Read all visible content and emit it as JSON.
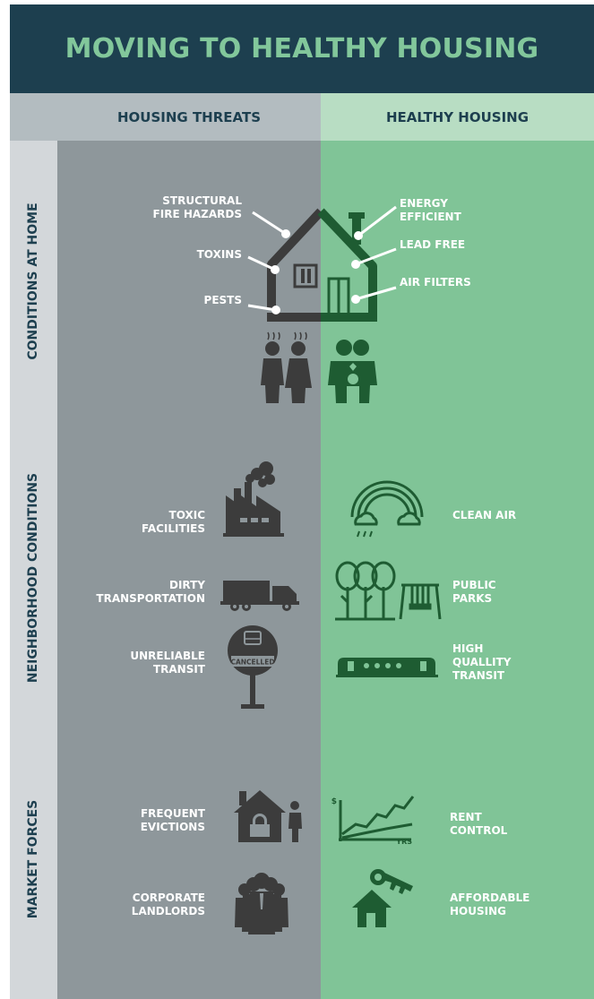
{
  "title": "MOVING TO HEALTHY HOUSING",
  "columns": {
    "left": "HOUSING THREATS",
    "right": "HEALTHY HOUSING"
  },
  "sections": {
    "home": "CONDITIONS AT HOME",
    "neighborhood": "NEIGHBORHOOD CONDITIONS",
    "market": "MARKET FORCES"
  },
  "home_threats": {
    "fire_line1": "STRUCTURAL",
    "fire_line2": "FIRE HAZARDS",
    "toxins": "TOXINS",
    "pests": "PESTS"
  },
  "home_healthy": {
    "energy_line1": "ENERGY",
    "energy_line2": "EFFICIENT",
    "lead": "LEAD FREE",
    "air": "AIR FILTERS"
  },
  "neighborhood_threats": {
    "toxic_line1": "TOXIC",
    "toxic_line2": "FACILITIES",
    "dirty_line1": "DIRTY",
    "dirty_line2": "TRANSPORTATION",
    "unreliable_line1": "UNRELIABLE",
    "unreliable_line2": "TRANSIT",
    "sign_text": "CANCELLED"
  },
  "neighborhood_healthy": {
    "clean_air": "CLEAN AIR",
    "parks_line1": "PUBLIC",
    "parks_line2": "PARKS",
    "transit_line1": "HIGH",
    "transit_line2": "QUALLITY",
    "transit_line3": "TRANSIT"
  },
  "market_threats": {
    "evictions_line1": "FREQUENT",
    "evictions_line2": "EVICTIONS",
    "landlords_line1": "CORPORATE",
    "landlords_line2": "LANDLORDS"
  },
  "market_healthy": {
    "rent_line1": "RENT",
    "rent_line2": "CONTROL",
    "affordable_line1": "AFFORDABLE",
    "affordable_line2": "HOUSING",
    "chart_dollar": "$",
    "chart_years": "YRS"
  },
  "colors": {
    "navy": "#1d3f4f",
    "mint": "#82c79b",
    "gray_panel": "#8e979b",
    "green_panel": "#80c497",
    "dark_icon": "#3c3c3c",
    "green_icon": "#1e5c32"
  },
  "icons": [
    "house-icon",
    "family-icon",
    "factory-icon",
    "rainbow-icon",
    "truck-icon",
    "trees-icon",
    "swing-icon",
    "bus-stop-sign-icon",
    "train-icon",
    "locked-house-icon",
    "chart-icon",
    "crowd-icon",
    "key-house-icon"
  ]
}
